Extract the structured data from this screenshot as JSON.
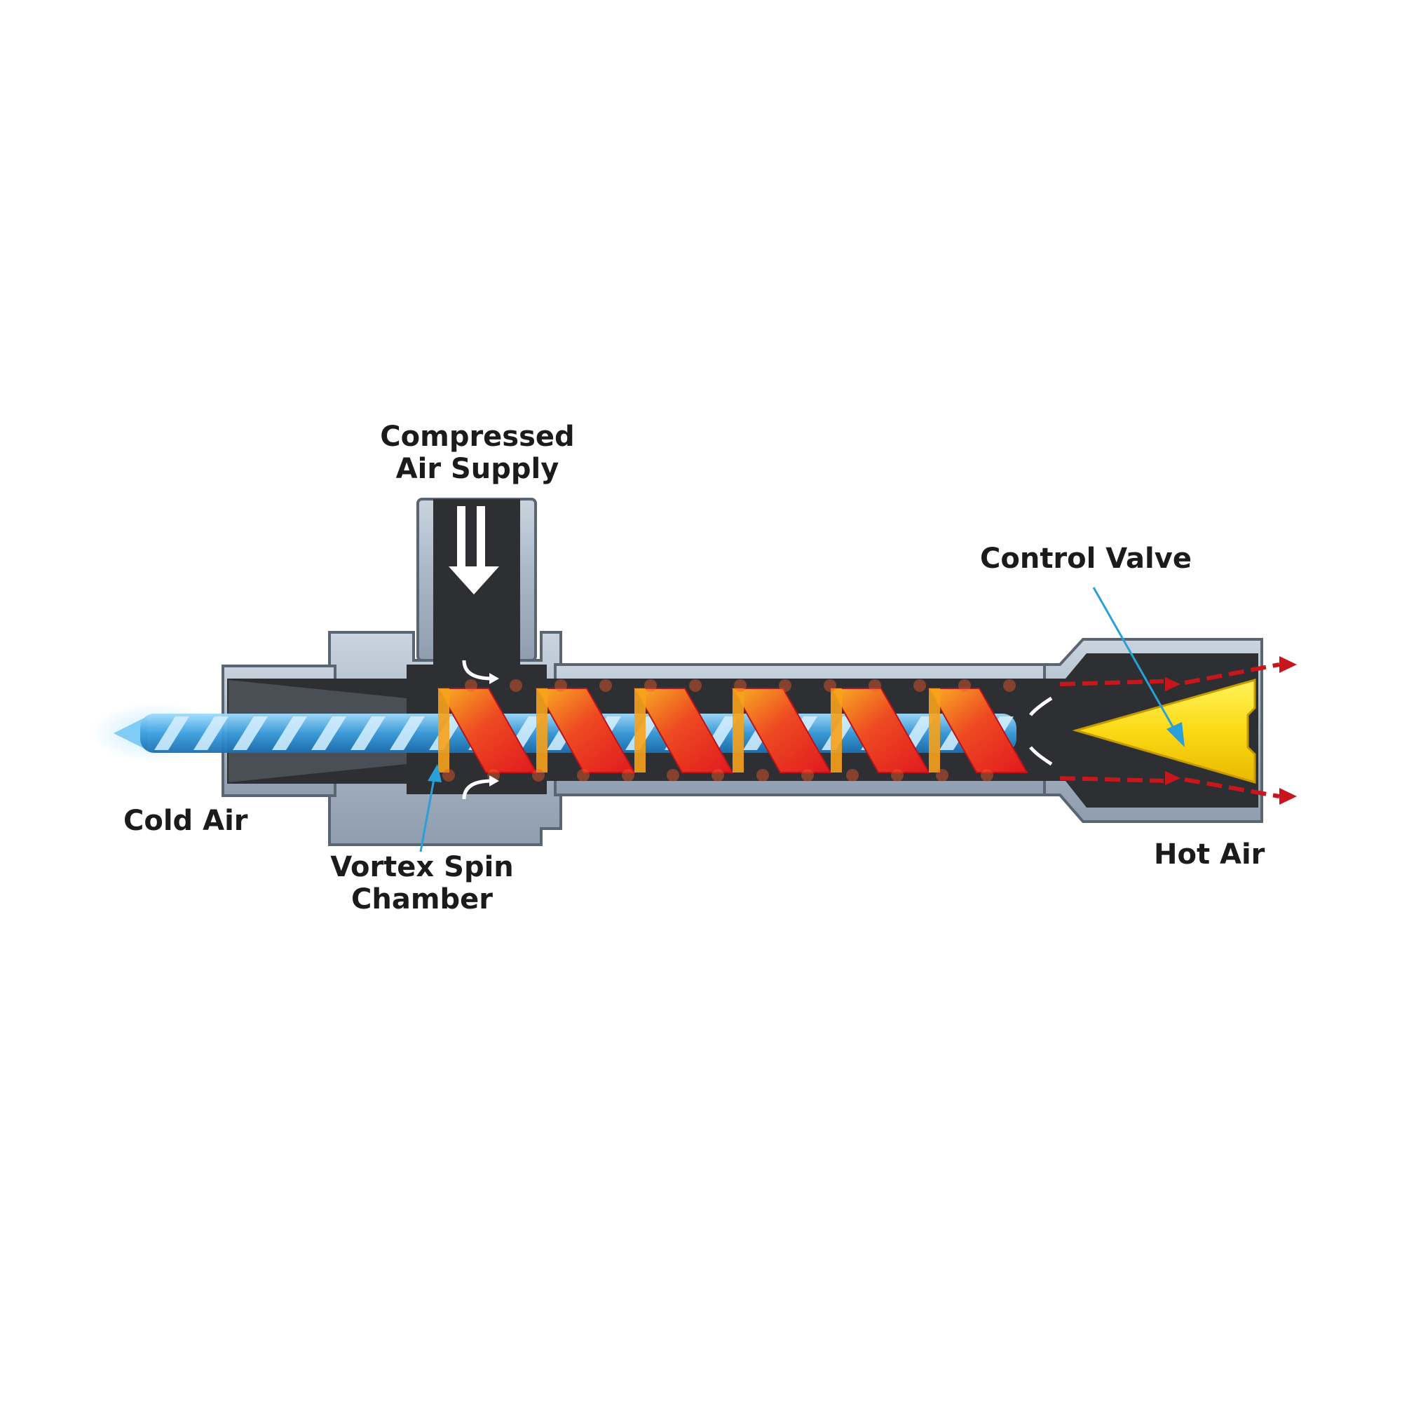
{
  "labels": {
    "compressed_air_line1": "Compressed",
    "compressed_air_line2": "Air Supply",
    "control_valve": "Control Valve",
    "cold_air": "Cold Air",
    "vortex_line1": "Vortex Spin",
    "vortex_line2": "Chamber",
    "hot_air": "Hot Air"
  },
  "colors": {
    "body_metal": "#a9b7c6",
    "body_edge": "#5b6572",
    "inner_dark": "#2d2f33",
    "cold_blue": "#4aa8e0",
    "hot_red": "#e8262a",
    "hot_orange": "#f7a21b",
    "valve_yellow": "#fbd915",
    "hot_arrow": "#c8161d",
    "leader_line": "#2a9fd8"
  },
  "icons": {
    "supply_arrow": "down-arrow-icon",
    "hot_exhaust": "right-arrow-icon",
    "return_flow": "curved-arrow-icon"
  }
}
